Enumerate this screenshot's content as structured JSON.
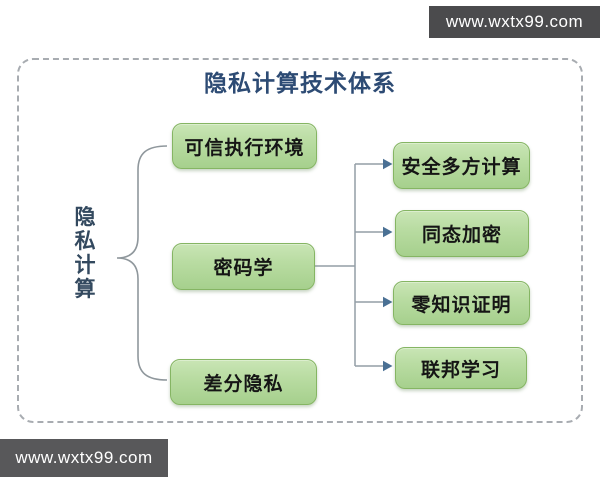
{
  "watermarks": {
    "top": "www.wxtx99.com",
    "bottom": "www.wxtx99.com"
  },
  "diagram": {
    "title": "隐私计算技术体系",
    "root": {
      "label": "隐私计算"
    },
    "branches": [
      {
        "label": "可信执行环境",
        "children": []
      },
      {
        "label": "密码学",
        "children": [
          {
            "label": "安全多方计算"
          },
          {
            "label": "同态加密"
          },
          {
            "label": "零知识证明"
          },
          {
            "label": "联邦学习"
          }
        ]
      },
      {
        "label": "差分隐私",
        "children": []
      }
    ],
    "colors": {
      "node_fill_top": "#c9e5b5",
      "node_fill_bottom": "#a6d08d",
      "node_border": "#85b563",
      "node_text": "#151515",
      "title_text": "#2d4b74",
      "root_text": "#33495f",
      "connector_line": "#949ea6",
      "arrowhead": "#4a7094",
      "frame_border": "#a8acb1",
      "watermark_bg": "#4b4b4d",
      "watermark_text": "#ffffff"
    }
  }
}
